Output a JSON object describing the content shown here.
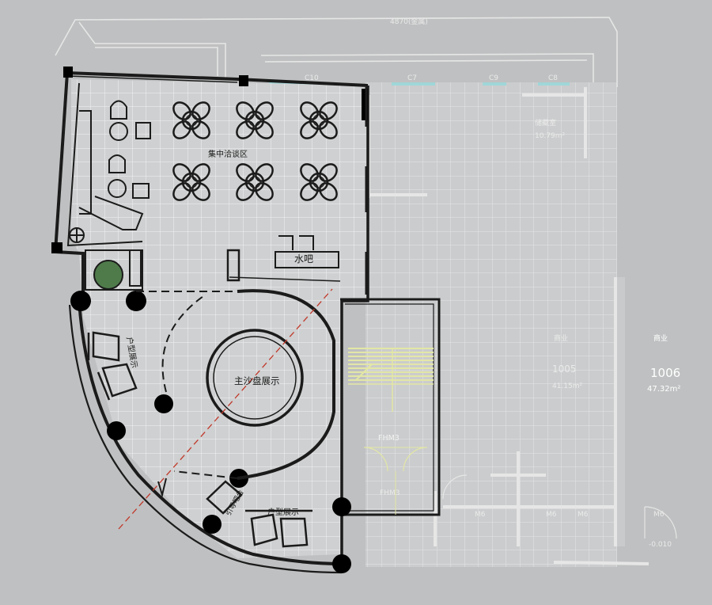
{
  "plan": {
    "title_top": "4870(金属)",
    "windows": [
      "C10",
      "C7",
      "C9",
      "C8"
    ],
    "zones": {
      "negotiation": "集中洽谈区",
      "water_bar": "水吧",
      "sand_table": "主沙盘展示",
      "unit_display_left": "户型展示",
      "unit_display_bottom": "户型展示",
      "guide_desk": "引导吧台",
      "stair_door": "FHM3",
      "stair_door_2": "FHM3"
    },
    "rooms": {
      "room_upper_name": "储藏室",
      "room_upper_area": "10.79m²",
      "room_mid_name": "商业",
      "room_mid_number": "1005",
      "room_mid_area": "41.15m²",
      "room_right_name": "商业",
      "room_right_number": "1006",
      "room_right_area": "47.32m²"
    },
    "doors": [
      "M6",
      "M6",
      "M6",
      "M6"
    ],
    "level": "-0.010"
  },
  "colors": {
    "background": "#bfc0c1",
    "floor": "#d0d1d2",
    "grid": "#ffffff",
    "wall": "#1b1b1b",
    "plant": "#4f7b4b",
    "axis": "#c0392b",
    "stair": "#e3e7a6"
  }
}
